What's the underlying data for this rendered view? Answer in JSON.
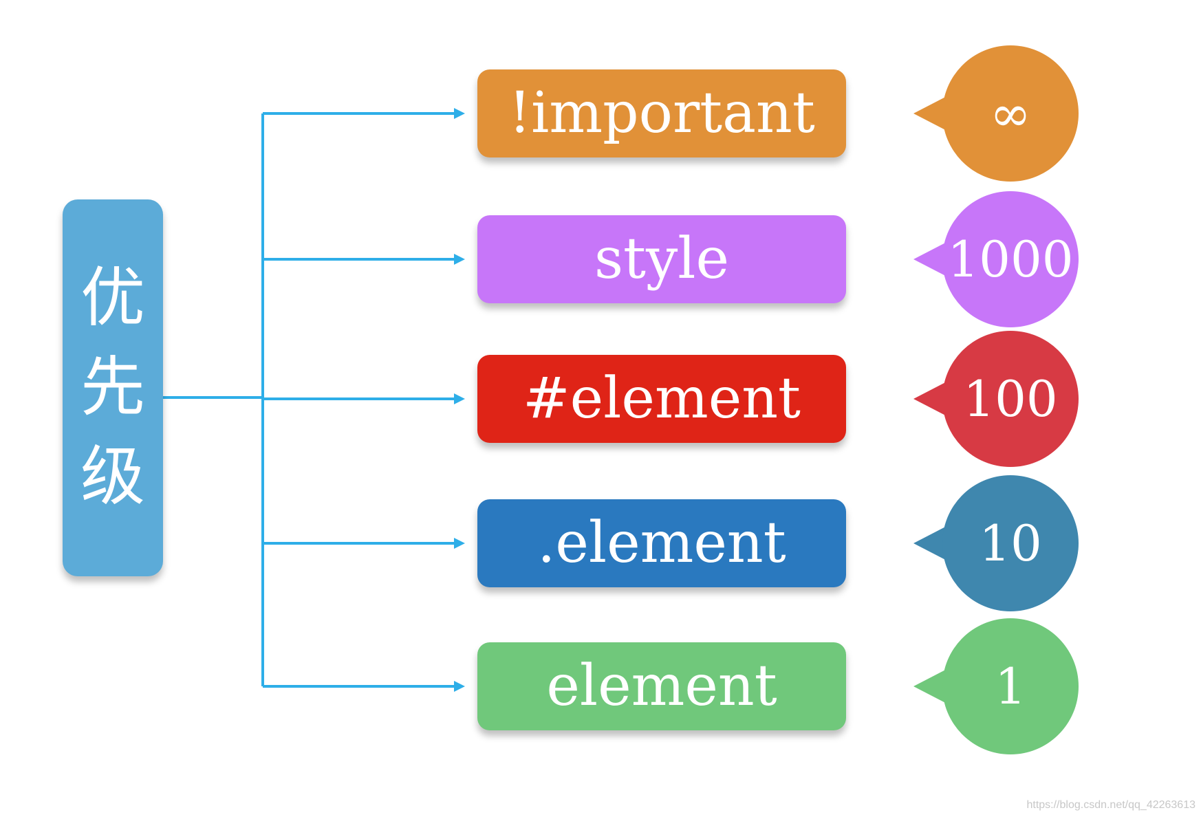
{
  "diagram": {
    "root": {
      "label": "优先级",
      "color": "#5cabd8"
    },
    "connector_color": "#2eaee8",
    "items": [
      {
        "selector": "!important",
        "weight": "∞",
        "box_color": "#e19138",
        "badge_color": "#e19138"
      },
      {
        "selector": "style",
        "weight": "1000",
        "box_color": "#c776f9",
        "badge_color": "#c776f9"
      },
      {
        "selector": "#element",
        "weight": "100",
        "box_color": "#df2417",
        "badge_color": "#d73a44"
      },
      {
        "selector": ".element",
        "weight": "10",
        "box_color": "#2a79bf",
        "badge_color": "#3f87ae"
      },
      {
        "selector": "element",
        "weight": "1",
        "box_color": "#70c87b",
        "badge_color": "#70c87b"
      }
    ]
  },
  "watermark": "https://blog.csdn.net/qq_42263613"
}
